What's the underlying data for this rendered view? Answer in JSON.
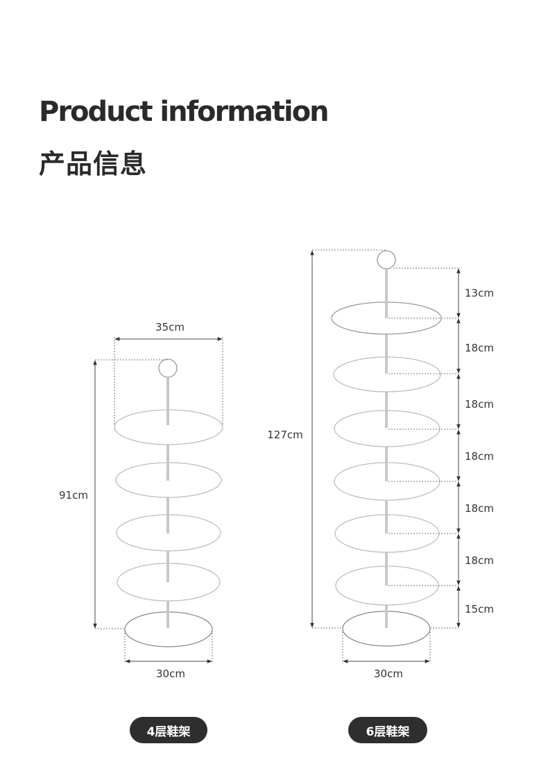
{
  "header": {
    "title_en": "Product information",
    "title_zh": "产品信息"
  },
  "rack_4": {
    "label": "4层鞋架",
    "top_width": "35cm",
    "height": "91cm",
    "base_width": "30cm"
  },
  "rack_6": {
    "label": "6层鞋架",
    "height": "127cm",
    "base_width": "30cm",
    "spacings": [
      "13cm",
      "18cm",
      "18cm",
      "18cm",
      "18cm",
      "18cm",
      "15cm"
    ]
  }
}
